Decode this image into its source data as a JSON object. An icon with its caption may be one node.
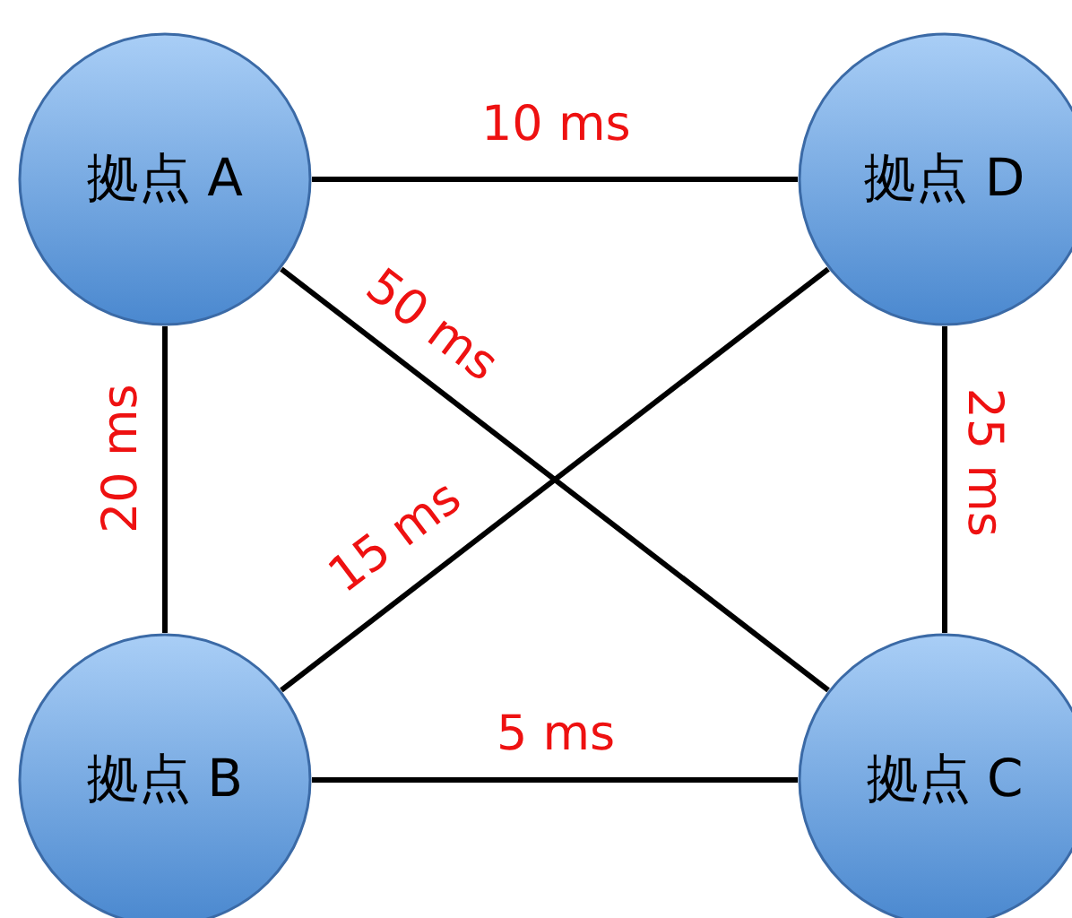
{
  "diagram": {
    "nodes": [
      {
        "text": [
          "拠点 A"
        ]
      },
      {
        "text": [
          "拠点 D"
        ]
      },
      {
        "text": [
          "拠点 B"
        ]
      },
      {
        "text": [
          "拠点 C"
        ]
      }
    ],
    "edges": [
      {
        "from": 0,
        "to": 1,
        "arrow": "none",
        "label": "10 ms"
      },
      {
        "from": 0,
        "to": 3,
        "arrow": "none",
        "label": "50 ms"
      },
      {
        "from": 0,
        "to": 2,
        "arrow": "none",
        "label": "20 ms"
      },
      {
        "from": 1,
        "to": 2,
        "arrow": "none",
        "label": "15 ms"
      },
      {
        "from": 1,
        "to": 3,
        "arrow": "none",
        "label": "25 ms"
      },
      {
        "from": 2,
        "to": 3,
        "arrow": "none",
        "label": "5 ms"
      }
    ]
  }
}
